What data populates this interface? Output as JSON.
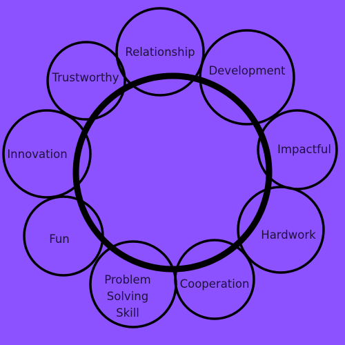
{
  "diagram": {
    "background": "#8c52ff",
    "stroke_color": "#000000",
    "text_color": "#1e0f3f",
    "hub": {
      "label": ""
    },
    "nodes": [
      {
        "id": "relationship",
        "lines": [
          "Relationship"
        ]
      },
      {
        "id": "development",
        "lines": [
          "Development"
        ]
      },
      {
        "id": "impactful",
        "lines": [
          "Impactful"
        ]
      },
      {
        "id": "hardwork",
        "lines": [
          "Hardwork"
        ]
      },
      {
        "id": "cooperation",
        "lines": [
          "Cooperation"
        ]
      },
      {
        "id": "problem-solving-skill",
        "lines": [
          "Problem",
          "Solving",
          "Skill"
        ]
      },
      {
        "id": "fun",
        "lines": [
          "Fun"
        ]
      },
      {
        "id": "innovation",
        "lines": [
          "Innovation"
        ]
      },
      {
        "id": "trustworthy",
        "lines": [
          "Trustworthy"
        ]
      }
    ]
  }
}
